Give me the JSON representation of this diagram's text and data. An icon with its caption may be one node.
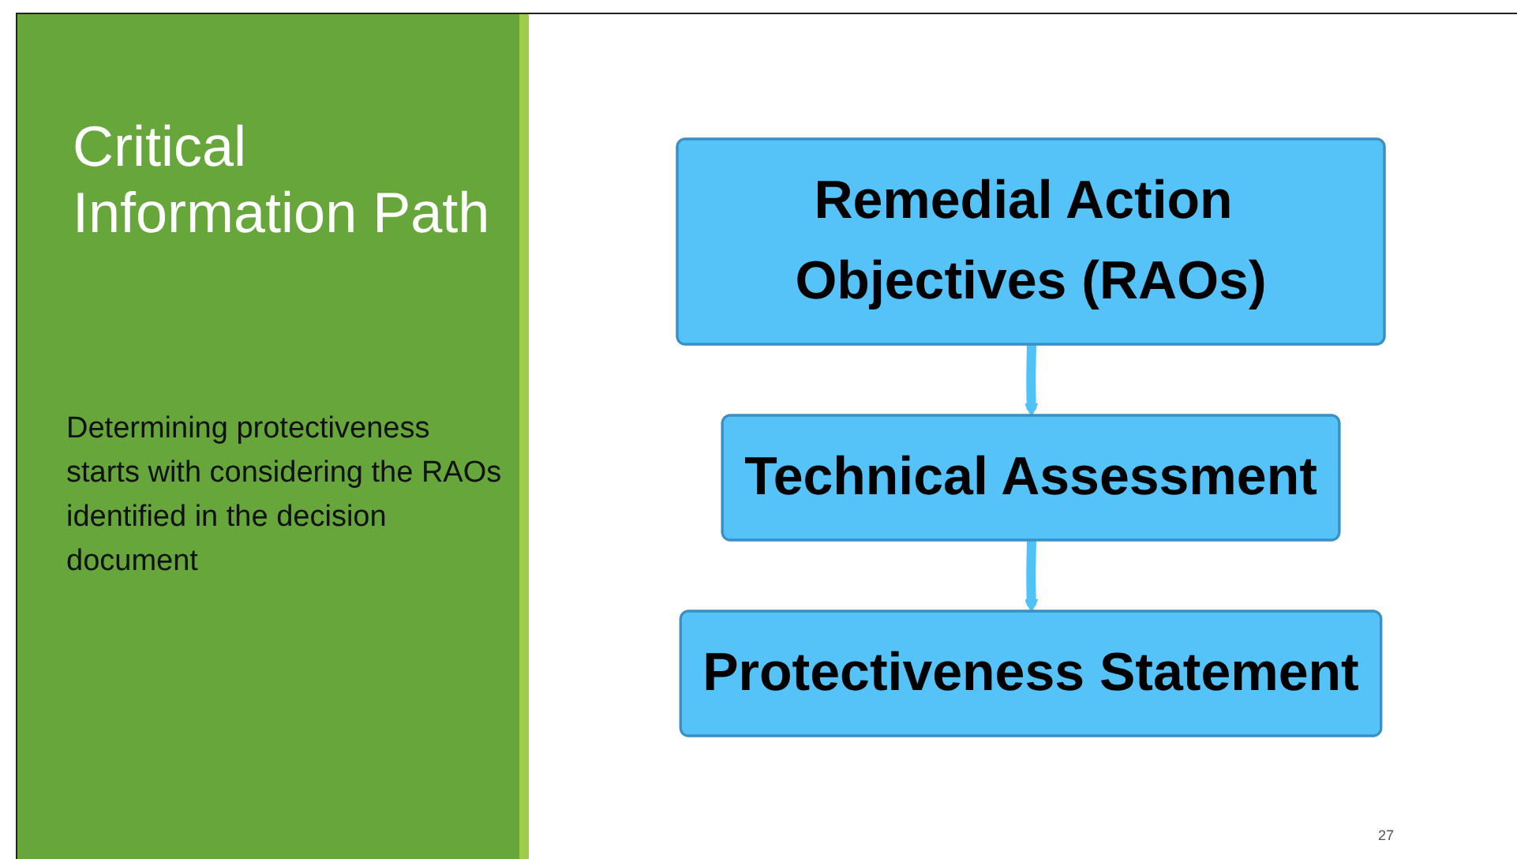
{
  "diagram": {
    "title": "Critical Information Path",
    "nodes": [
      {
        "text": [
          "Remedial Action Objectives (RAOs)"
        ]
      },
      {
        "text": [
          "Technical Assessment"
        ]
      },
      {
        "text": [
          "Protectiveness Statement"
        ]
      }
    ],
    "edges": [
      {
        "from": 0,
        "to": 1,
        "arrow": "to"
      },
      {
        "from": 1,
        "to": 2,
        "arrow": "to"
      }
    ],
    "labels": [
      "Determining protectiveness starts with considering the RAOs identified in the decision document",
      "27"
    ]
  }
}
